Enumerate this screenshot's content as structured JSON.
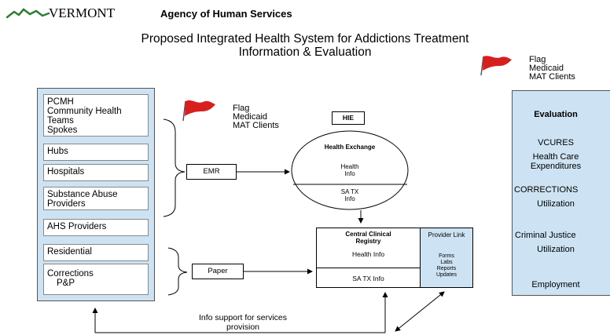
{
  "header": {
    "logo_text": "VERMONT",
    "agency": "Agency of Human Services",
    "title_line1": "Proposed Integrated Health System for Addictions Treatment",
    "title_line2": "Information & Evaluation"
  },
  "flag_top_right": {
    "line1": "Flag",
    "line2": "Medicaid",
    "line3": "MAT Clients"
  },
  "flag_middle": {
    "line1": "Flag",
    "line2": "Medicaid",
    "line3": "MAT Clients"
  },
  "providers": {
    "group1": [
      "PCMH",
      "Community Health",
      "Teams",
      "Spokes"
    ],
    "hubs": "Hubs",
    "hospitals": "Hospitals",
    "substance_abuse": [
      "Substance Abuse",
      "Providers"
    ],
    "ahs": "AHS Providers",
    "residential": "Residential",
    "corrections": [
      "Corrections",
      "P&P"
    ]
  },
  "emr": "EMR",
  "paper": "Paper",
  "hie": "HIE",
  "health_exchange": {
    "title": "Health Exchange",
    "health_info": [
      "Health",
      "Info"
    ],
    "sa_tx": [
      "SA TX",
      "Info"
    ]
  },
  "registry": {
    "title": [
      "Central Clinical",
      "Registry"
    ],
    "health_info": "Health Info",
    "sa_tx": "SA TX Info"
  },
  "provider_link": {
    "title": "Provider Link",
    "items": [
      "Forms",
      "Labs",
      "Reports",
      "Updates"
    ]
  },
  "evaluation": {
    "title": "Evaluation",
    "vcures": "VCURES",
    "hce": [
      "Health Care",
      "Expenditures"
    ],
    "corrections": "CORRECTIONS",
    "utilization1": "Utilization",
    "criminal_justice": "Criminal Justice",
    "utilization2": "Utilization",
    "employment": "Employment"
  },
  "info_support": [
    "Info support for services",
    "provision"
  ]
}
